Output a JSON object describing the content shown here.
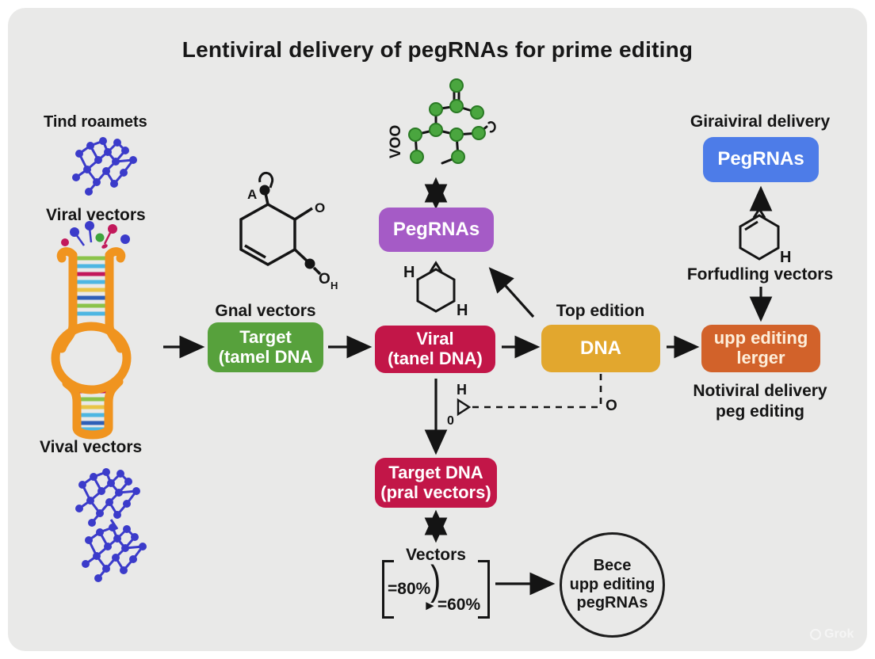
{
  "title": "Lentiviral delivery of pegRNAs for prime editing",
  "colors": {
    "green": "#57a13c",
    "red": "#c21648",
    "yellow": "#e2a72e",
    "orange": "#d2622a",
    "purple": "#a55bc6",
    "blue": "#4d7ce8",
    "vector_orange": "#f0941f",
    "molecule_blue": "#3b3bca",
    "molecule_green": "#4aa63f",
    "background": "#e9e9e8"
  },
  "left": {
    "top_label": "Tind roaımets",
    "viral_label": "Viral vectors",
    "vival_label": "Vival vectors"
  },
  "flow": {
    "green": {
      "label_above": "Gnal vectors",
      "line1": "Target",
      "line2": "(tamel DNA"
    },
    "red": {
      "line1": "Viral",
      "line2": "(tanel DNA)"
    },
    "yellow": {
      "label_above": "Top edition",
      "label": "DNA"
    },
    "orange": {
      "line1": "upp editing",
      "line2": "lerger",
      "below_line1": "Notiviral delivery",
      "below_line2": "peg editing"
    }
  },
  "purple_box": {
    "label": "PegRNAs"
  },
  "right": {
    "label_above": "Giraiviral delivery",
    "blue_box_label": "PegRNAs",
    "hex_h": "H",
    "vectors_label": "Forfudling vectors"
  },
  "chem_left": {
    "a": "A",
    "o": "O",
    "oh_o": "O",
    "oh_h": "H"
  },
  "center_hex": {
    "h_top": "H",
    "h_bottom": "H"
  },
  "peg_molecule": {
    "voo": "VOO"
  },
  "dashed": {
    "h": "H",
    "o_left": "0",
    "o_right": "O"
  },
  "bottom": {
    "red_box": {
      "line1": "Target DNA",
      "line2": "(pral vectors)"
    },
    "vectors_label": "Vectors",
    "pct_top": "=80%",
    "pct_bottom": "=60%",
    "paren": ")",
    "circle": {
      "line1": "Bece",
      "line2": "upp editing",
      "line3": "pegRNAs"
    }
  },
  "icons": {
    "arrowhead_glyph": "►"
  },
  "watermark": "Grok"
}
